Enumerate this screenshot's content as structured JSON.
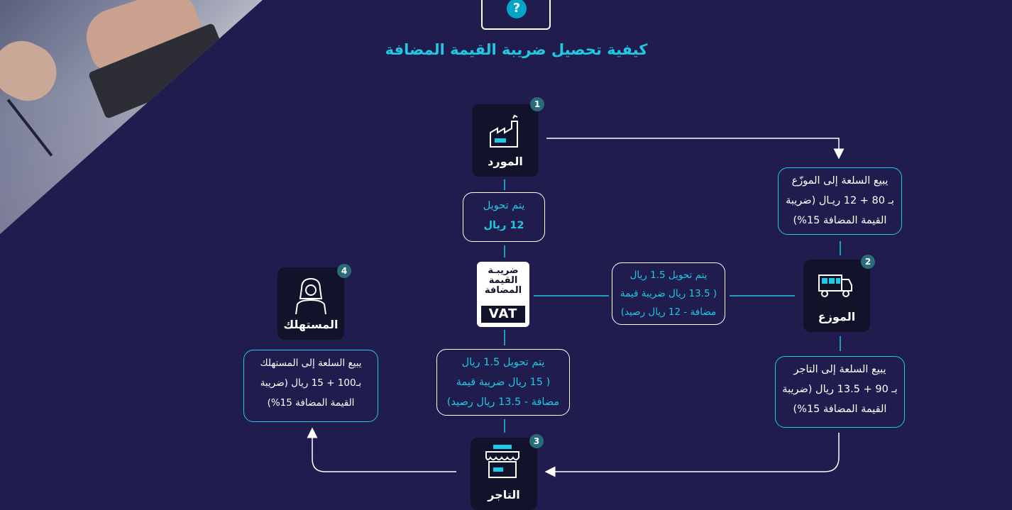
{
  "title": "كيفية تحصيل ضريبة القيمة المضافة",
  "nodes": {
    "supplier": {
      "label": "المورد",
      "badge": "1"
    },
    "distributor": {
      "label": "الموزع",
      "badge": "2"
    },
    "retailer": {
      "label": "التاجر",
      "badge": "3"
    },
    "consumer": {
      "label": "المستهلك",
      "badge": "4"
    }
  },
  "vat_logo": {
    "line1": "ضريبـة",
    "line2": "القيمة",
    "line3": "المضافة",
    "line4": "VAT"
  },
  "boxes": {
    "supplier_transfer": {
      "line1": "يتم تحويل",
      "line2": "12 ريال"
    },
    "supplier_sale": {
      "line1": "يبيع السلعة إلى الموزّع",
      "line2": "بـ 80 + 12 ريـال (ضريبة",
      "line3": "القيمة المضافة 15%)"
    },
    "distributor_transfer": {
      "line1": "يتم تحويل 1.5 ريال",
      "line2": "( 13.5 ريال ضريبة قيمة",
      "line3": "مضافة - 12 ريال رصيد)"
    },
    "distributor_sale": {
      "line1": "يبيع السلعة إلى التاجر",
      "line2": "بـ 90 + 13.5 ريال (ضريبة",
      "line3": "القيمة المضافة 15%)"
    },
    "retailer_transfer": {
      "line1": "يتم تحويل 1.5 ريال",
      "line2": "( 15 ريال ضريبة قيمة",
      "line3": "مضافة - 13.5 ريال رصيد)"
    },
    "retailer_sale": {
      "line1": "يبيع السلعة إلى المستهلك",
      "line2": "بـ100 + 15 ريال (ضريبة",
      "line3": "القيمة المضافة 15%)"
    }
  },
  "colors": {
    "background": "#201c4d",
    "accent": "#1ec9e4",
    "node": "#12122b",
    "badge": "#2a6b7b"
  }
}
